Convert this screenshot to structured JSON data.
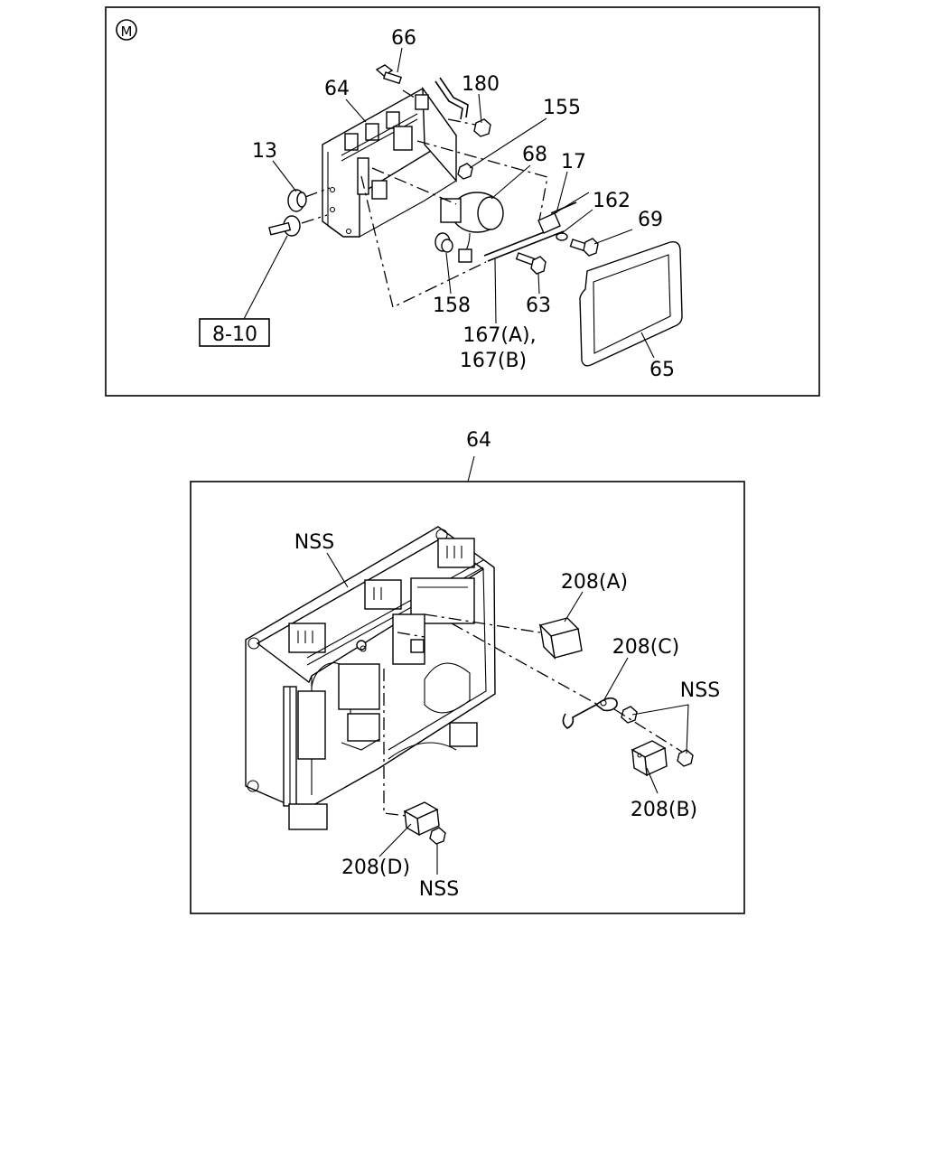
{
  "diagram": {
    "upper": {
      "section_mark": "M",
      "reference_box": "8-10",
      "callouts": {
        "c66": "66",
        "c180": "180",
        "c64": "64",
        "c155": "155",
        "c13": "13",
        "c68": "68",
        "c17": "17",
        "c162": "162",
        "c69": "69",
        "c158": "158",
        "c63": "63",
        "c167a": "167(A),",
        "c167b": "167(B)",
        "c65": "65"
      }
    },
    "lower": {
      "title": "64",
      "callouts": {
        "nss_top": "NSS",
        "c208a": "208(A)",
        "c208c": "208(C)",
        "nss_right": "NSS",
        "c208b": "208(B)",
        "c208d": "208(D)",
        "nss_bottom": "NSS"
      }
    }
  }
}
